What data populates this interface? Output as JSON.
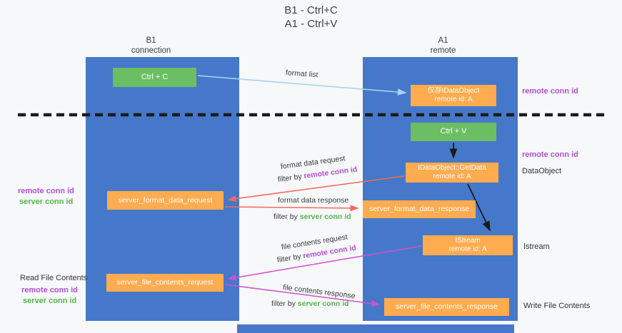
{
  "title": {
    "line1": "B1 - Ctrl+C",
    "line2": "A1 - Ctrl+V"
  },
  "lanes": {
    "left": {
      "title": "B1",
      "subtitle": "connection"
    },
    "right": {
      "title": "A1",
      "subtitle": "remote"
    }
  },
  "nodes": {
    "ctrl_c": {
      "label": "Ctrl + C"
    },
    "clipboard_object": {
      "line1": "仅存IDataObject",
      "line2": "remote id: A"
    },
    "ctrl_v": {
      "label": "Ctrl + V"
    },
    "get_data": {
      "line1": "IDataObject::GetData",
      "line2": "remote id: A"
    },
    "format_request": {
      "label": "server_format_data_request"
    },
    "format_response": {
      "label": "server_format_data_response"
    },
    "istream": {
      "line1": "IStream",
      "line2": "remote id: A"
    },
    "file_request": {
      "label": "server_file_contents_request"
    },
    "file_response": {
      "label": "server_file_contents_response"
    }
  },
  "edge_labels": {
    "format_list": "format list",
    "format_data_request": "format data request",
    "format_data_response": "format data response",
    "file_contents_request": "file contents request",
    "file_contents_response": "file contents response",
    "filter_by": "filter by ",
    "remote_conn_id": "remote conn id",
    "server_conn_id": "server conn id"
  },
  "side_labels": {
    "remote_conn_id": "remote conn id",
    "server_conn_id": "server conn id",
    "dataobject": "DataObject",
    "istream": "Istream",
    "read_file_contents": "Read File Contents",
    "write_file_contents": "Write File Contents"
  },
  "colors": {
    "lane_blue": "#4678c9",
    "node_orange": "#ffab4f",
    "node_green": "#6cbe63",
    "arrow_light_blue": "#a3d3f1",
    "arrow_red": "#f4695c",
    "arrow_magenta": "#d14fd1",
    "arrow_black": "#1a1a1a",
    "text_purple": "#b04fd6",
    "text_green": "#54b54a",
    "background": "#f7f8fa"
  }
}
